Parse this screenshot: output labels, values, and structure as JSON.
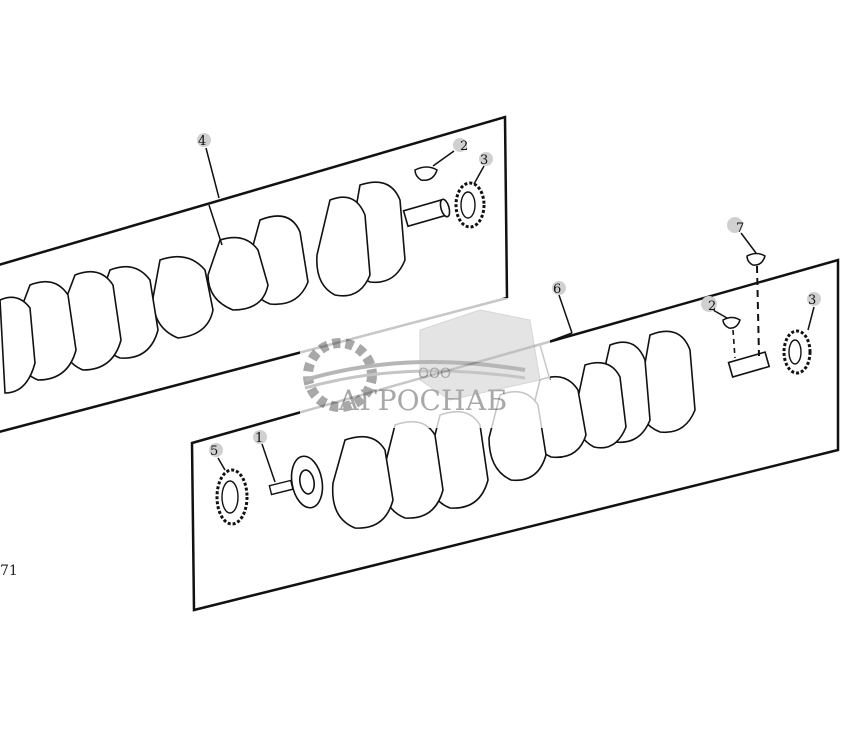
{
  "diagram": {
    "type": "exploded parts diagram",
    "subject": "crankshaft assembly",
    "figure_id": "71",
    "groups": [
      {
        "id": "upper",
        "callouts": [
          "4",
          "2",
          "3"
        ]
      },
      {
        "id": "lower",
        "callouts": [
          "6",
          "7",
          "2",
          "3",
          "5",
          "1"
        ]
      }
    ],
    "callouts": [
      {
        "number": "4",
        "part": "crankshaft (upper view)"
      },
      {
        "number": "2",
        "part": "woodruff key"
      },
      {
        "number": "3",
        "part": "crankshaft gear"
      },
      {
        "number": "6",
        "part": "crankshaft (lower view)"
      },
      {
        "number": "7",
        "part": "woodruff key"
      },
      {
        "number": "2",
        "part": "woodruff key"
      },
      {
        "number": "3",
        "part": "crankshaft gear"
      },
      {
        "number": "5",
        "part": "timing ring gear"
      },
      {
        "number": "1",
        "part": "dowel pin"
      }
    ]
  },
  "watermark": {
    "prefix": "ООО",
    "name": "АГРОСНАБ",
    "color": "#9a9a9a"
  },
  "colors": {
    "line": "#111111",
    "background": "#ffffff",
    "callout_circle": "#d0d0d0"
  }
}
